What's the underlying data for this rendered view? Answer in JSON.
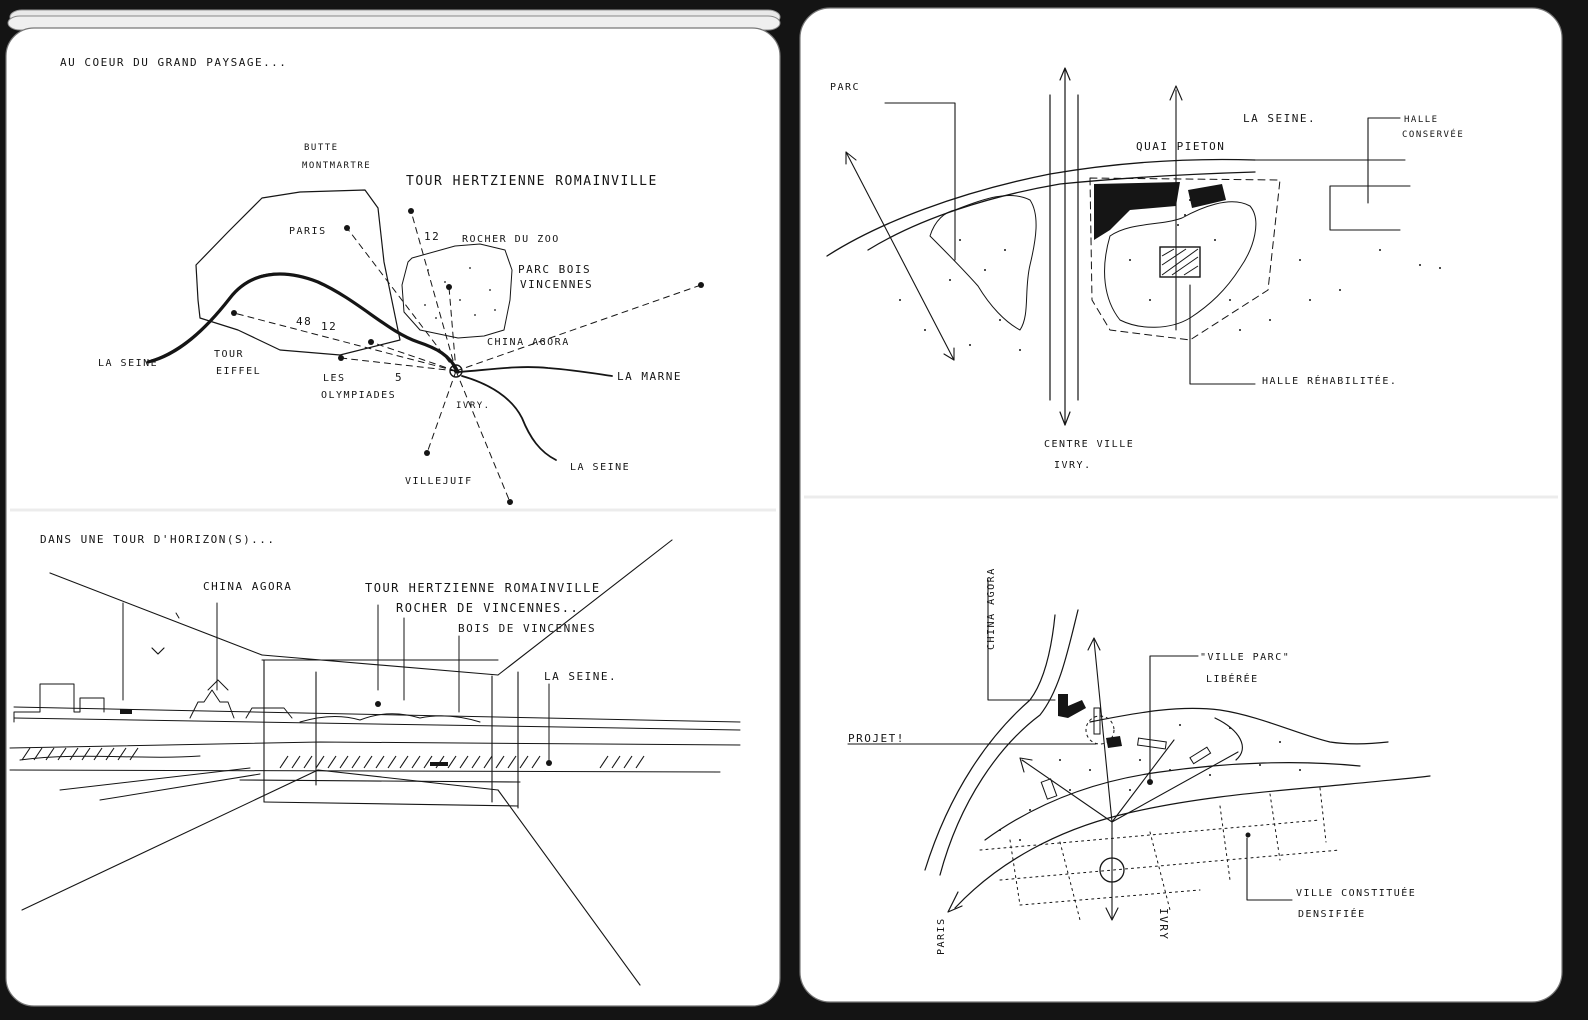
{
  "left_page": {
    "top_sketch": {
      "heading": "AU COEUR DU GRAND PAYSAGE...",
      "labels": {
        "butte_montmartre_1": "BUTTE",
        "butte_montmartre_2": "MONTMARTRE",
        "tour_hertzienne": "TOUR HERTZIENNE ROMAINVILLE",
        "paris": "PARIS",
        "num_12_a": "12",
        "rocher_zoo": "ROCHER DU ZOO",
        "parc_bois_1": "PARC BOIS",
        "parc_bois_2": "VINCENNES",
        "num_48": "48",
        "num_12_b": "12",
        "china_agora": "CHINA AGORA",
        "la_seine_left": "LA SEINE",
        "tour_eiffel_1": "TOUR",
        "tour_eiffel_2": "EIFFEL",
        "les_olympiades_1": "LES",
        "num_5": "5",
        "les_olympiades_2": "OLYMPIADES",
        "la_marne": "LA MARNE",
        "ivry": "IVRY.",
        "la_seine_right": "LA SEINE",
        "villejuif": "VILLEJUIF"
      }
    },
    "bottom_sketch": {
      "heading": "DANS UNE TOUR D'HORIZON(S)...",
      "labels": {
        "china_agora": "CHINA AGORA",
        "tour_hertzienne": "TOUR HERTZIENNE ROMAINVILLE",
        "rocher_vincennes": "ROCHER DE VINCENNES..",
        "bois_vincennes": "BOIS DE VINCENNES",
        "la_seine": "LA SEINE."
      }
    }
  },
  "right_page": {
    "top_sketch": {
      "labels": {
        "parc": "PARC",
        "la_seine": "LA SEINE.",
        "halle_conservee_1": "HALLE",
        "halle_conservee_2": "CONSERVÉE",
        "quai_pieton": "QUAI PIETON",
        "halle_rehabilitee": "HALLE RÉHABILITÉE.",
        "centre_ville_1": "CENTRE VILLE",
        "centre_ville_2": "IVRY."
      }
    },
    "bottom_sketch": {
      "labels": {
        "china_agora": "CHINA AGORA",
        "ville_parc_1": "\"VILLE PARC\"",
        "ville_parc_2": "LIBÉRÉE",
        "projet": "PROJET!",
        "paris": "PARIS",
        "ivry": "IVRY",
        "ville_densifiee_1": "VILLE CONSTITUÉE",
        "ville_densifiee_2": "DENSIFIÉE"
      }
    }
  },
  "colors": {
    "background": "#141414",
    "paper": "#ffffff",
    "ink": "#151515"
  }
}
